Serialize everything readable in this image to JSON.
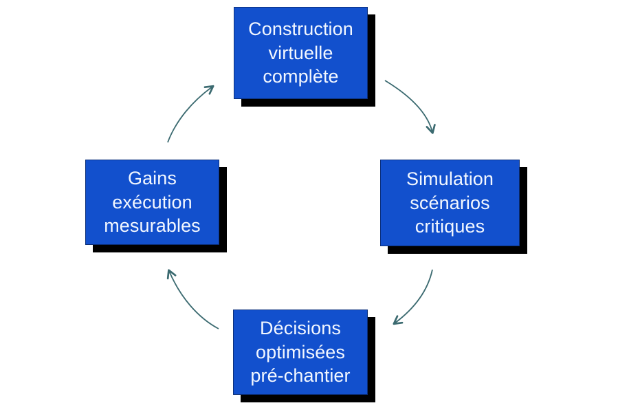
{
  "diagram": {
    "type": "cycle",
    "title": "",
    "background_color": "#ffffff",
    "node_fill_color": "#1250cd",
    "node_text_color": "#f2f7ff",
    "node_shadow_color": "#000000",
    "arrow_color": "#3b6a70",
    "nodes": [
      {
        "id": "node-top",
        "position": "top",
        "label": "Construction\nvirtuelle\ncomplète",
        "lines": [
          "Construction",
          "virtuelle",
          "complète"
        ],
        "order": 1
      },
      {
        "id": "node-right",
        "position": "right",
        "label": "Simulation\nscénarios\ncritiques",
        "lines": [
          "Simulation",
          "scénarios",
          "critiques"
        ],
        "order": 2
      },
      {
        "id": "node-bottom",
        "position": "bottom",
        "label": "Décisions\noptimisées\npré-chantier",
        "lines": [
          "Décisions",
          "optimisées",
          "pré-chantier"
        ],
        "order": 3
      },
      {
        "id": "node-left",
        "position": "left",
        "label": "Gains\nexécution\nmesurables",
        "lines": [
          "Gains",
          "exécution",
          "mesurables"
        ],
        "order": 4
      }
    ],
    "arrows": [
      {
        "id": "arrow-top-to-right",
        "from": "node-top",
        "to": "node-right",
        "direction": "clockwise"
      },
      {
        "id": "arrow-right-to-bottom",
        "from": "node-right",
        "to": "node-bottom",
        "direction": "clockwise"
      },
      {
        "id": "arrow-bottom-to-left",
        "from": "node-bottom",
        "to": "node-left",
        "direction": "clockwise"
      },
      {
        "id": "arrow-left-to-top",
        "from": "node-left",
        "to": "node-top",
        "direction": "clockwise"
      }
    ]
  }
}
